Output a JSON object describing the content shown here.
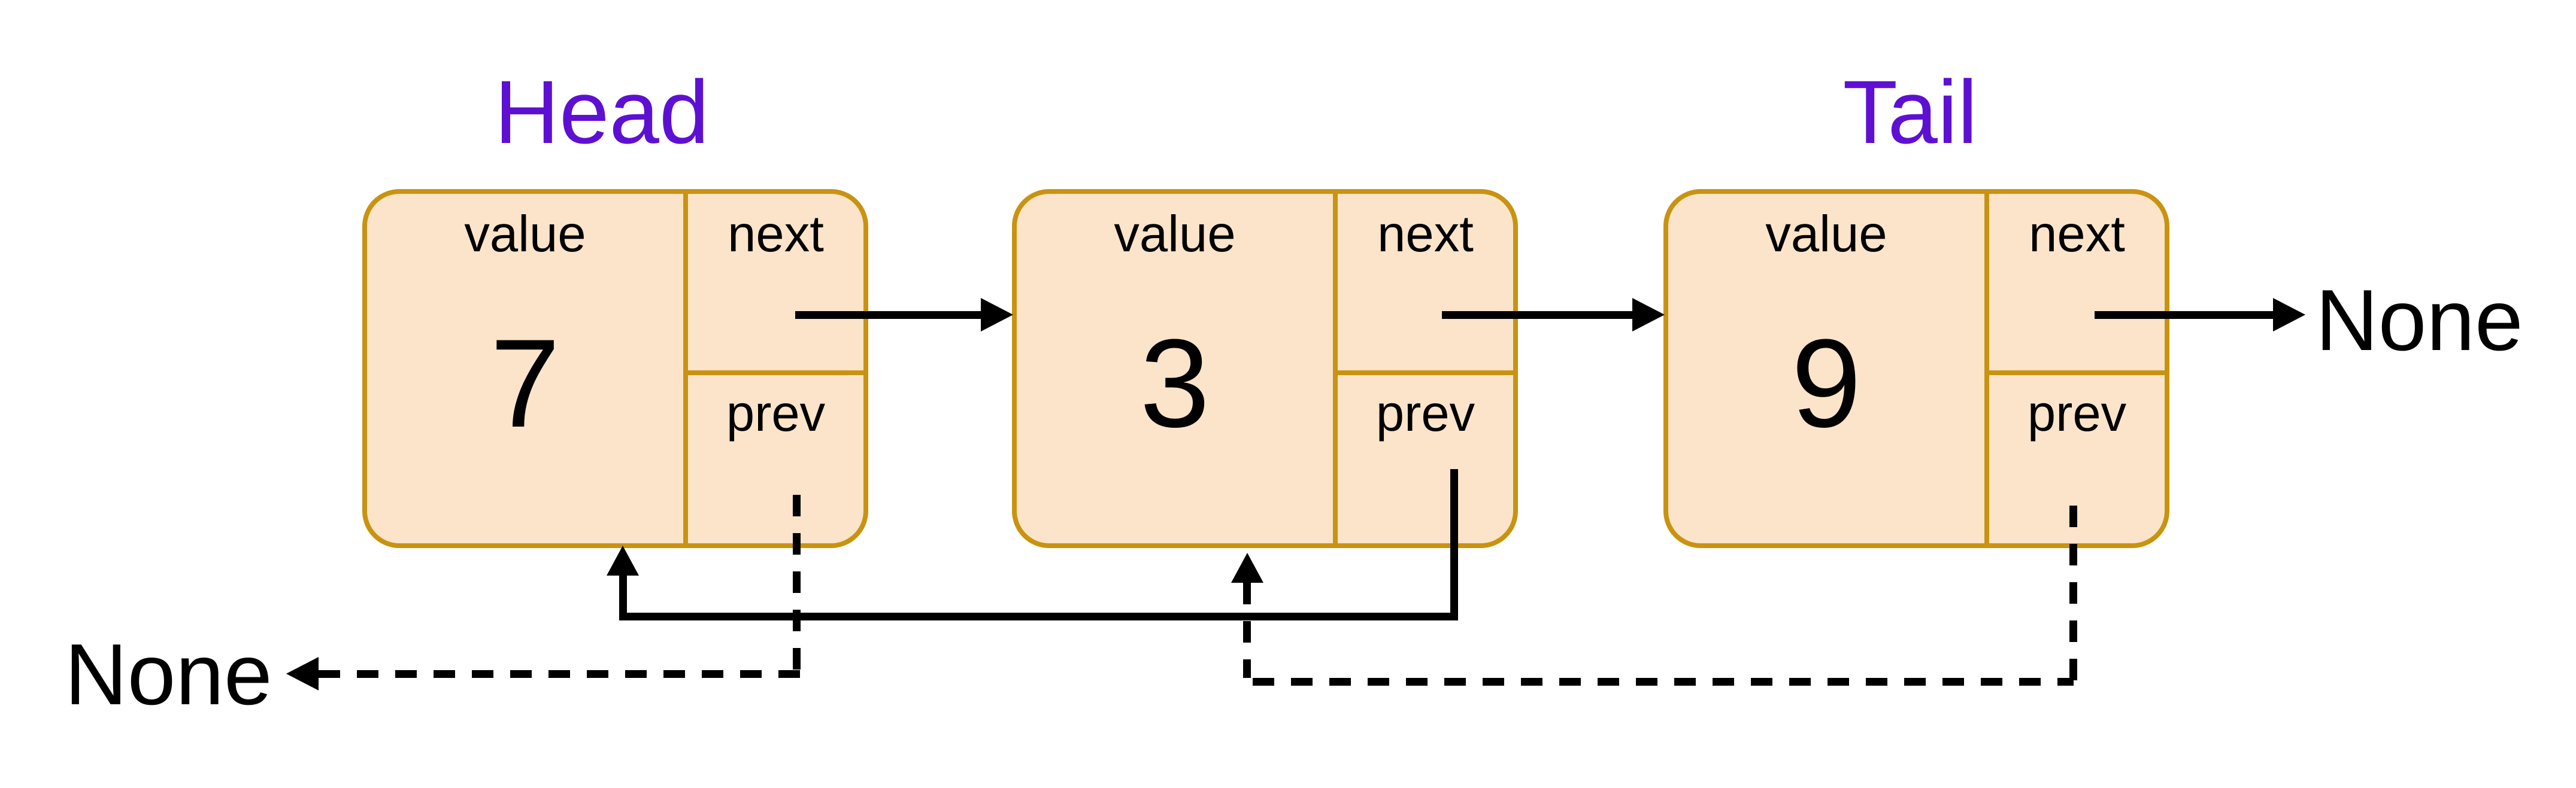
{
  "diagram": {
    "pointer_labels": {
      "head": "Head",
      "tail": "Tail"
    },
    "fields": {
      "value": "value",
      "next": "next",
      "prev": "prev"
    },
    "nodes": [
      {
        "value": "7"
      },
      {
        "value": "3"
      },
      {
        "value": "9"
      }
    ],
    "terminators": {
      "next_none": "None",
      "prev_none": "None"
    },
    "colors": {
      "node_fill": "#FBE4C9",
      "node_border": "#C99312",
      "pointer_label": "#5E10D2",
      "line": "#000000"
    }
  }
}
